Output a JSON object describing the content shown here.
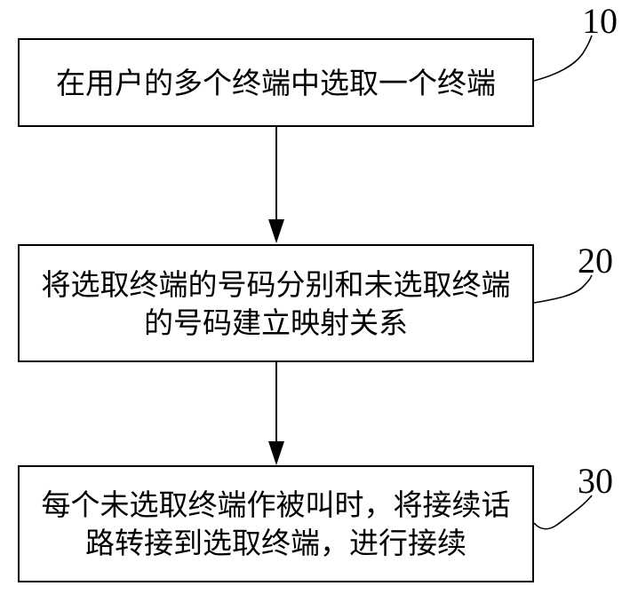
{
  "diagram": {
    "type": "flowchart",
    "figure_description": "Three-step vertical process flowchart with reference numerals",
    "colors": {
      "background": "#ffffff",
      "line": "#000000",
      "text": "#000000"
    },
    "steps": [
      {
        "id": "10",
        "lines": [
          "在用户的多个终端中选取一个终端"
        ]
      },
      {
        "id": "20",
        "lines": [
          "将选取终端的号码分别和未选取终端",
          "的号码建立映射关系"
        ]
      },
      {
        "id": "30",
        "lines": [
          "每个未选取终端作被叫时，将接续话",
          "路转接到选取终端，进行接续"
        ]
      }
    ],
    "connectors": [
      {
        "from": "10",
        "to": "20",
        "style": "arrow-down"
      },
      {
        "from": "20",
        "to": "30",
        "style": "arrow-down"
      }
    ]
  }
}
